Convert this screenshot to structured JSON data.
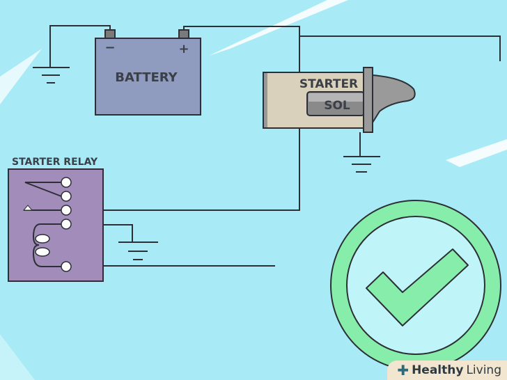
{
  "diagram": {
    "battery_label": "BATTERY",
    "battery_negative": "−",
    "battery_positive": "+",
    "starter_label": "STARTER",
    "solenoid_label": "SOL",
    "relay_label": "STARTER RELAY"
  },
  "status": {
    "icon": "checkmark-icon",
    "meaning": "success"
  },
  "watermark": {
    "brand_bold": "Healthy",
    "brand_light": "Living"
  },
  "colors": {
    "background": "#a8ebf6",
    "battery": "#8f9cc0",
    "relay": "#a28cb9",
    "solenoid_body": "#d9d1bc",
    "check_green": "#86eeaa"
  }
}
